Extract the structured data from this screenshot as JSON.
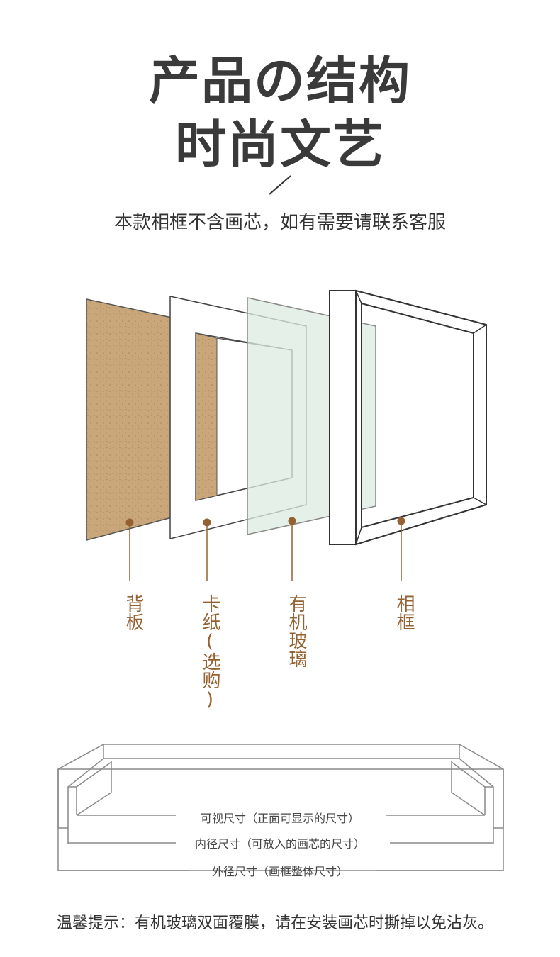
{
  "header": {
    "title_line1": "产品の结构",
    "title_line2": "时尚文艺",
    "subtitle": "本款相框不含画芯，如有需要请联系客服"
  },
  "layers": {
    "back_panel": "背板",
    "card_paper": "卡纸(选购)",
    "acrylic_glass": "有机玻璃",
    "frame": "相框"
  },
  "dimensions": {
    "visible_size": "可视尺寸（正面可显示的尺寸）",
    "inner_size": "内径尺寸（可放入的画芯的尺寸）",
    "outer_size": "外径尺寸（画框整体尺寸）"
  },
  "footer": {
    "tip": "温馨提示：有机玻璃双面覆膜，请在安装画芯时撕掉以免沾灰。"
  },
  "colors": {
    "accent": "#946131",
    "kraft": "#c9a77a",
    "glass": "#dcebe0",
    "line": "#555555"
  }
}
